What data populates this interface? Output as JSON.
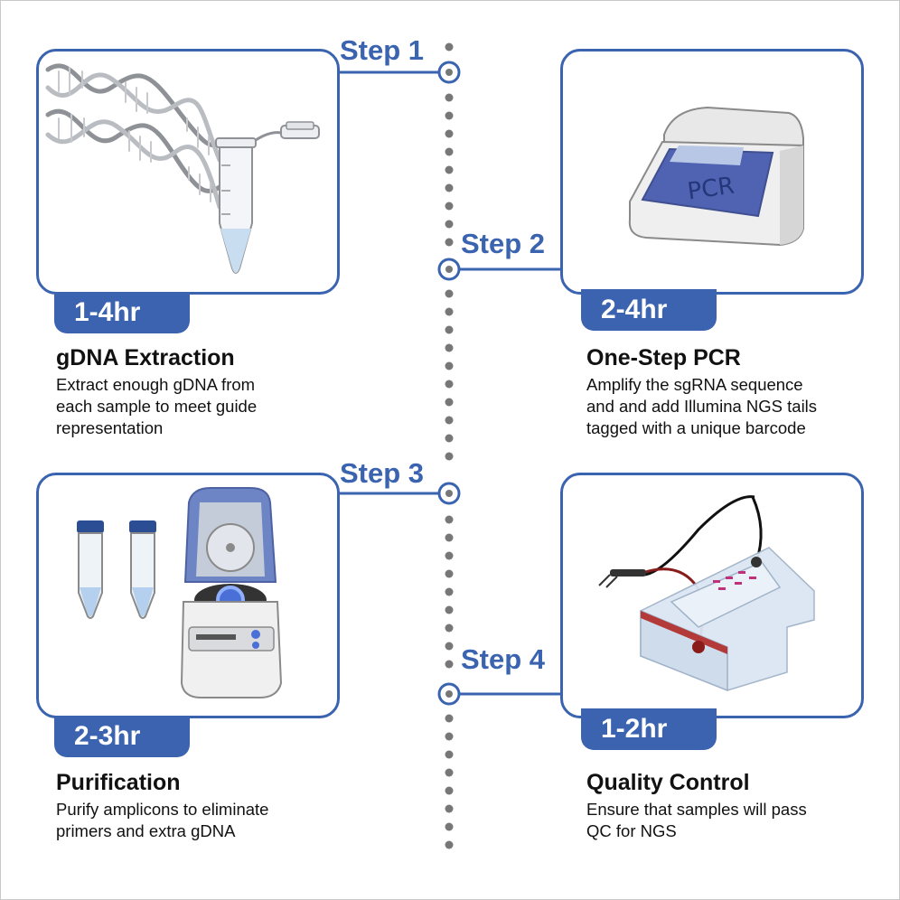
{
  "steps": [
    {
      "label": "Step 1",
      "time": "1-4hr",
      "title": "gDNA Extraction",
      "desc": "Extract enough gDNA from\neach sample to meet guide\nrepresentation"
    },
    {
      "label": "Step 2",
      "time": "2-4hr",
      "title": "One-Step PCR",
      "desc": "Amplify the sgRNA sequence\nand and add Illumina NGS tails\ntagged with a unique barcode",
      "device_label": "PCR"
    },
    {
      "label": "Step 3",
      "time": "2-3hr",
      "title": "Purification",
      "desc": "Purify amplicons to eliminate\nprimers and extra gDNA"
    },
    {
      "label": "Step 4",
      "time": "1-2hr",
      "title": "Quality Control",
      "desc": "Ensure that samples will pass\nQC for NGS"
    }
  ],
  "colors": {
    "accent": "#3a63b0",
    "badge": "#3b63b0",
    "dots": "#777777"
  }
}
